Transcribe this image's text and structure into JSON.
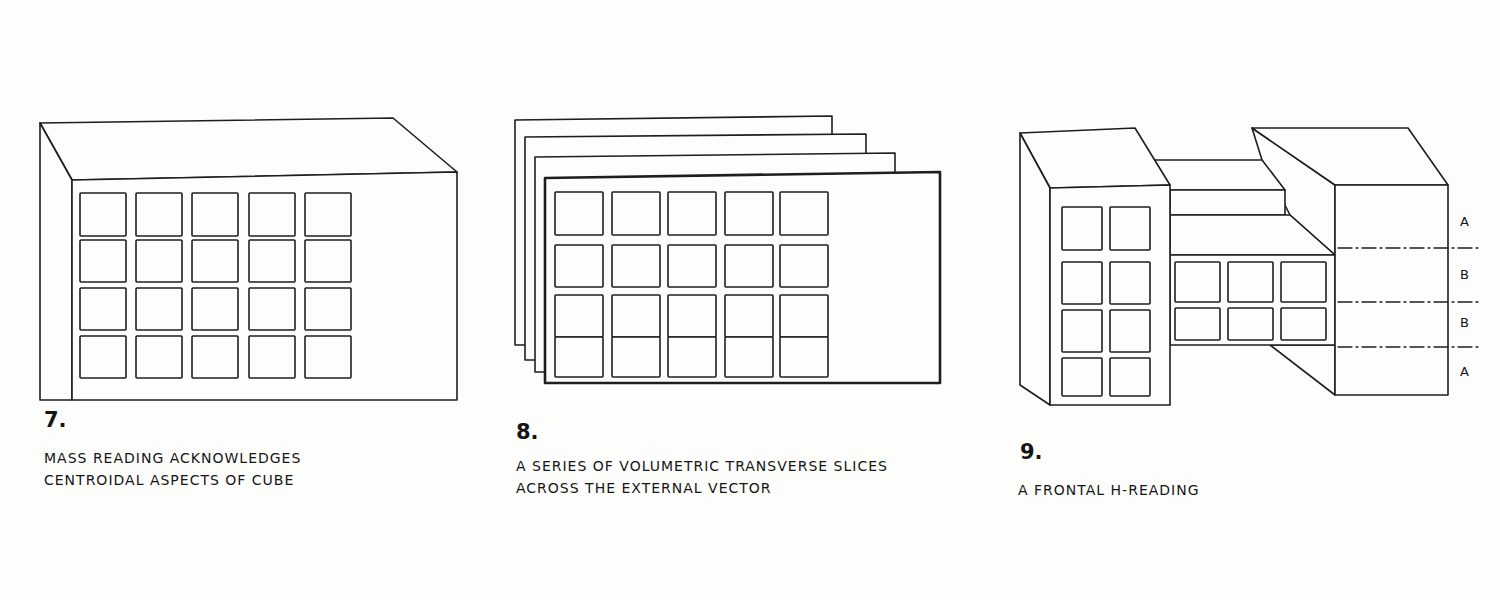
{
  "diagram": {
    "labels": [
      "7.",
      "MASS READING ACKNOWLEDGES CENTROIDAL ASPECTS OF CUBE",
      "8.",
      "A SERIES OF VOLUMETRIC TRANSVERSE SLICES ACROSS THE EXTERNAL VECTOR",
      "A",
      "B",
      "B",
      "A",
      "9.",
      "A FRONTAL H-READING"
    ]
  }
}
